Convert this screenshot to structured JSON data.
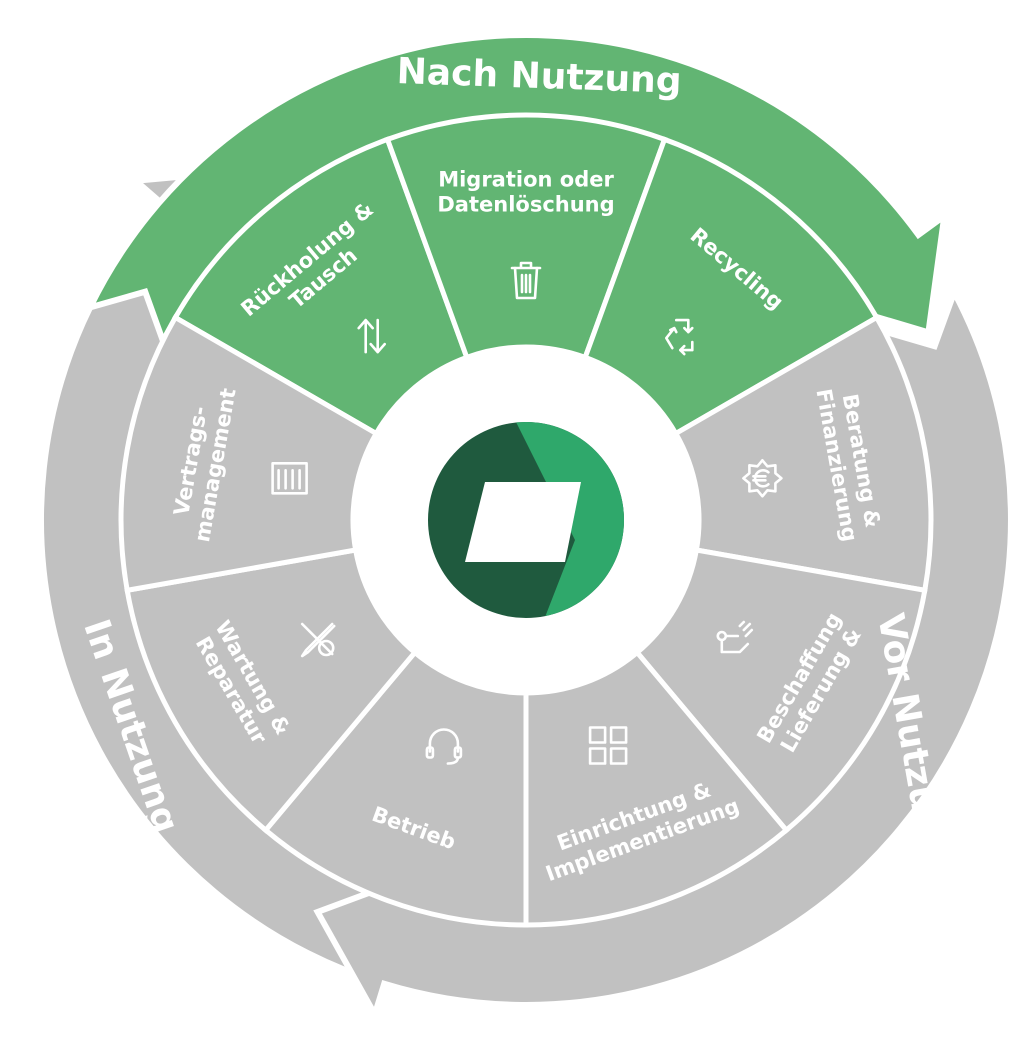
{
  "colors": {
    "green": "#62b573",
    "gray": "#c1c1c1",
    "white": "#ffffff",
    "logo_dark": "#1f5a3e",
    "logo_light": "#2fa86b"
  },
  "phases": [
    {
      "id": "nach",
      "label": "Nach Nutzung",
      "color": "green"
    },
    {
      "id": "vor",
      "label": "Vor Nutzung",
      "color": "gray"
    },
    {
      "id": "in",
      "label": "In Nutzung",
      "color": "gray"
    }
  ],
  "segments": [
    {
      "id": "rueckholung",
      "lines": [
        "Rückholung &",
        "Tausch"
      ],
      "icon": "swap-arrows-icon",
      "color": "green"
    },
    {
      "id": "migration",
      "lines": [
        "Migration oder",
        "Datenlöschung"
      ],
      "icon": "trash-icon",
      "color": "green"
    },
    {
      "id": "recycling",
      "lines": [
        "Recycling"
      ],
      "icon": "recycle-icon",
      "color": "green"
    },
    {
      "id": "beratung",
      "lines": [
        "Beratung &",
        "Finanzierung"
      ],
      "icon": "euro-badge-icon",
      "color": "gray"
    },
    {
      "id": "beschaffung",
      "lines": [
        "Beschaffung",
        "Lieferung &"
      ],
      "icon": "delivery-hand-icon",
      "color": "gray"
    },
    {
      "id": "einrichtung",
      "lines": [
        "Einrichtung &",
        "Implementierung"
      ],
      "icon": "grid-squares-icon",
      "color": "gray"
    },
    {
      "id": "betrieb",
      "lines": [
        "Betrieb"
      ],
      "icon": "headset-icon",
      "color": "gray"
    },
    {
      "id": "wartung",
      "lines": [
        "Wartung &",
        "Reparatur"
      ],
      "icon": "tools-icon",
      "color": "gray"
    },
    {
      "id": "vertrag",
      "lines": [
        "Vertrags-",
        "management"
      ],
      "icon": "document-icon",
      "color": "gray"
    }
  ]
}
